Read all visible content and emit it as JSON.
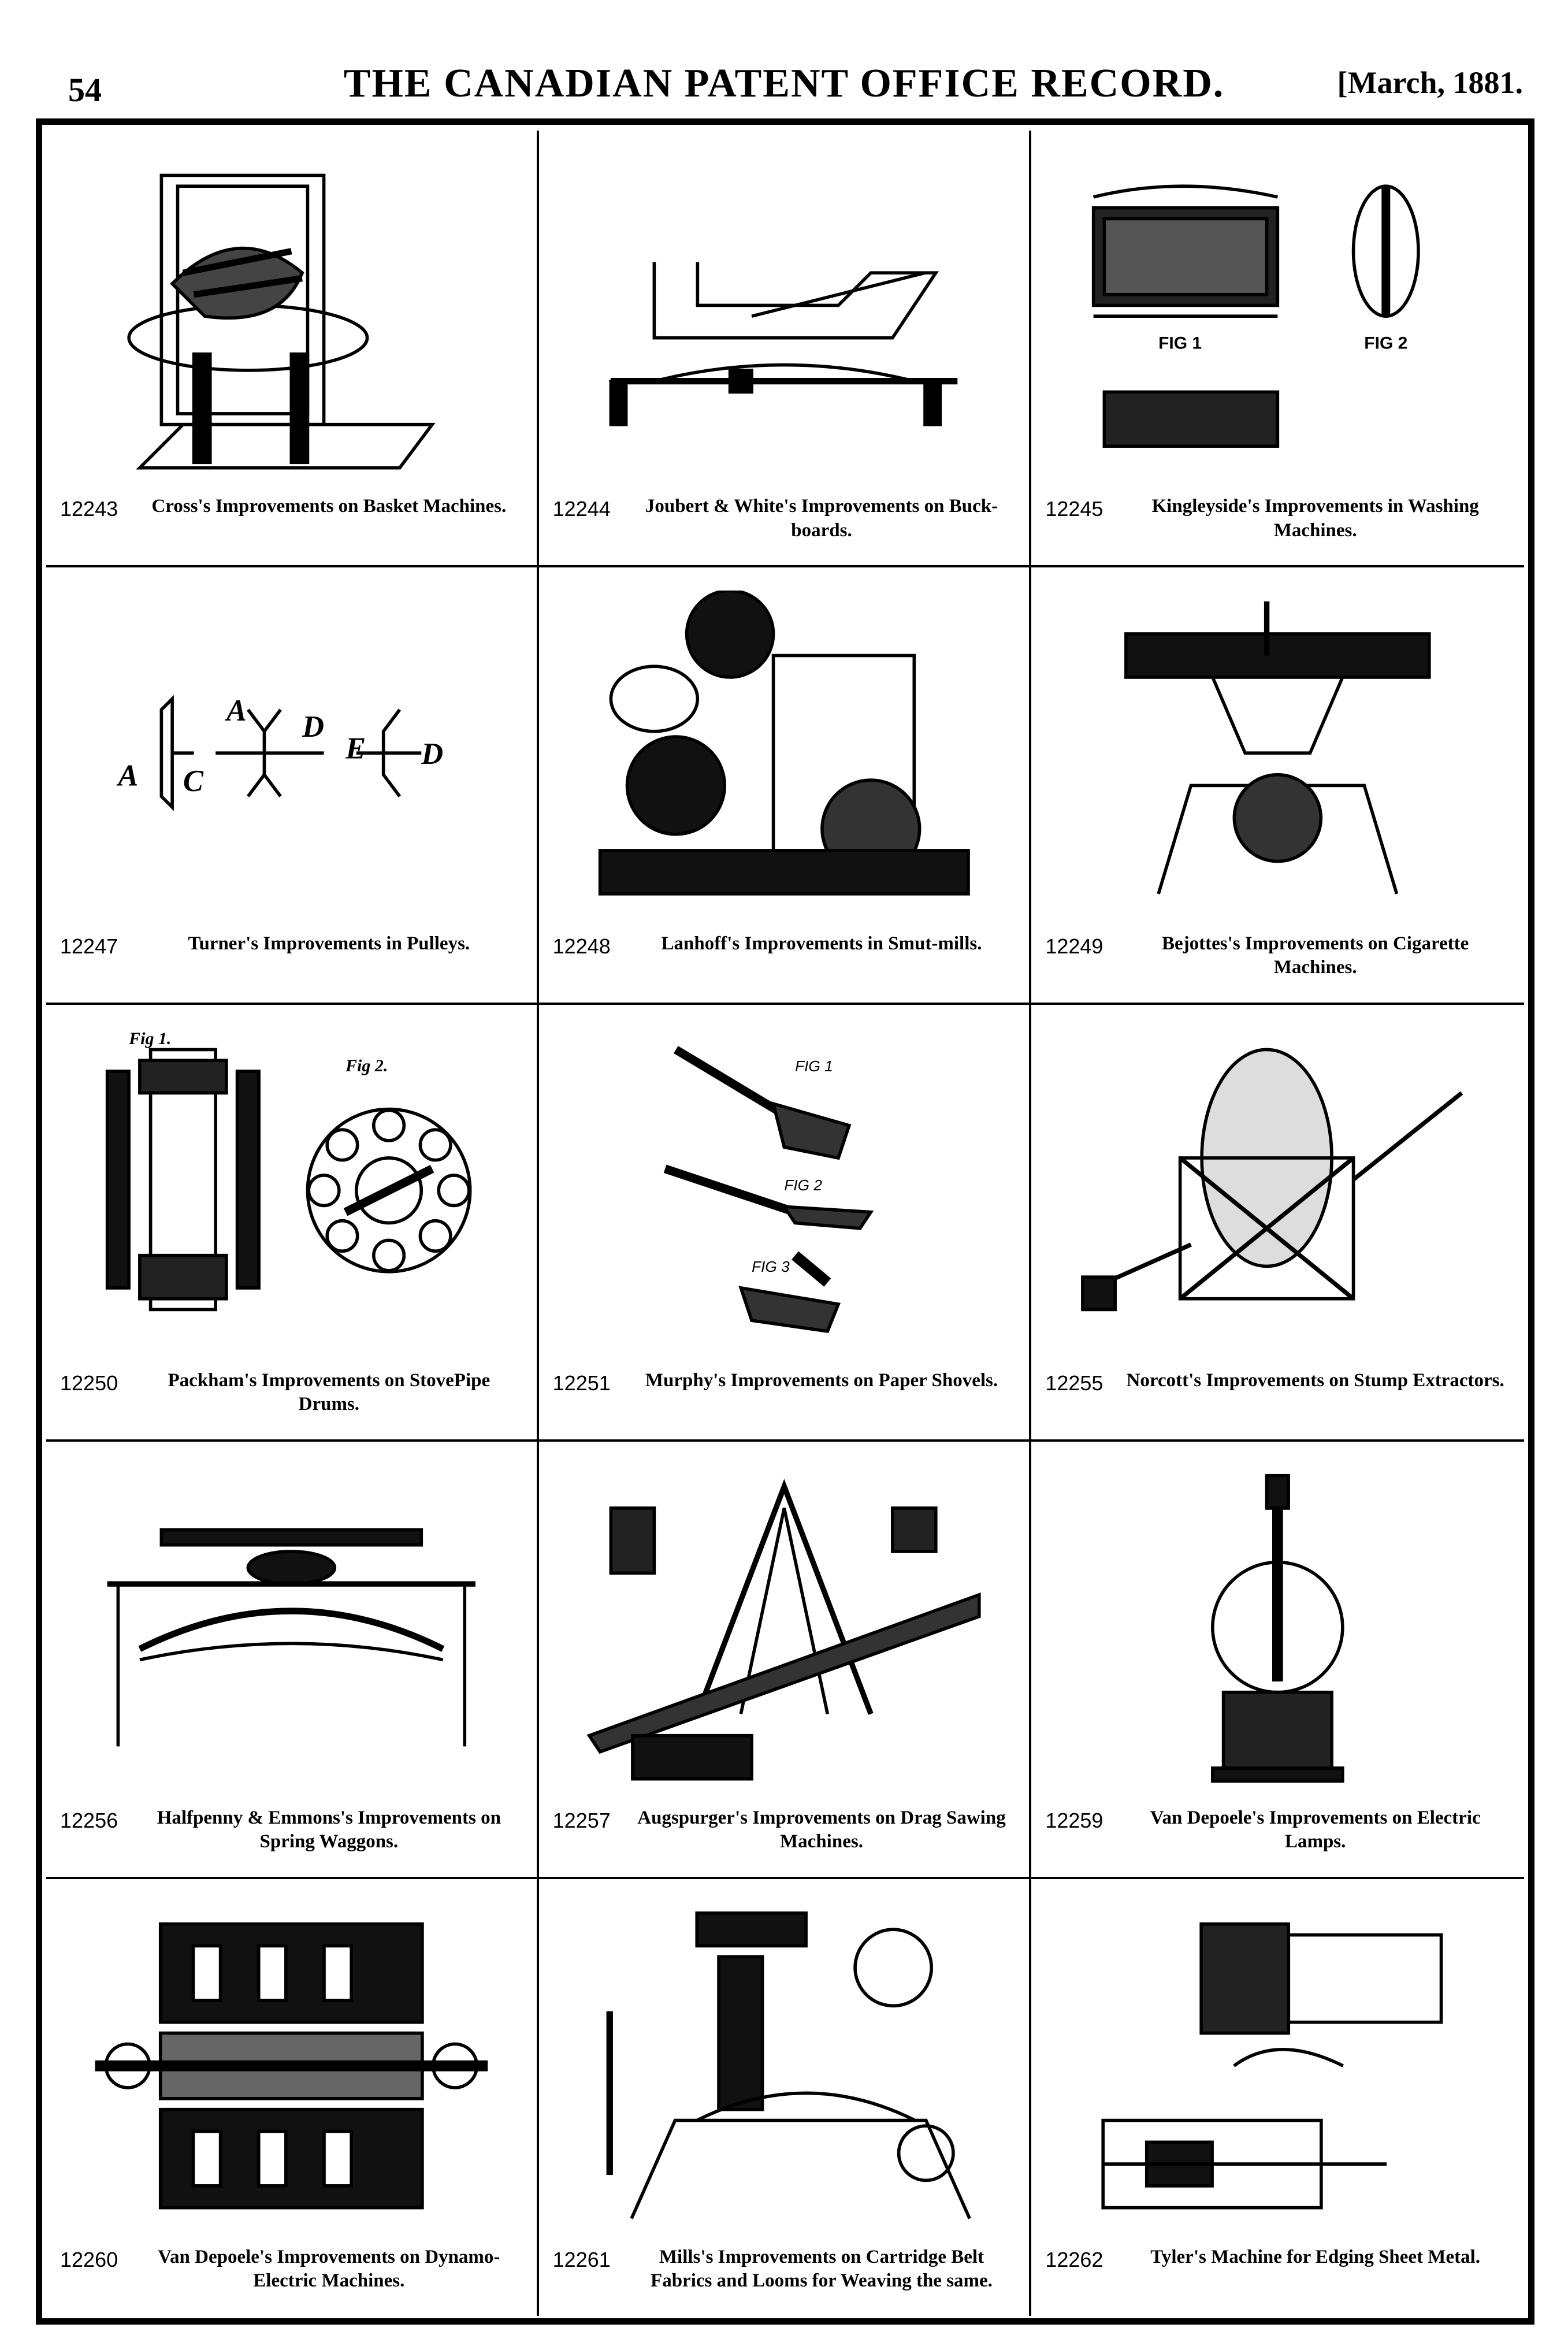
{
  "header": {
    "page_number": "54",
    "title": "THE CANADIAN PATENT OFFICE RECORD.",
    "date": "[March, 1881."
  },
  "patents": [
    {
      "number": "12243",
      "caption": "Cross's Improvements on Basket Machines."
    },
    {
      "number": "12244",
      "caption": "Joubert & White's Improvements on Buck-boards."
    },
    {
      "number": "12245",
      "caption": "Kingleyside's Improvements in Washing Machines."
    },
    {
      "number": "12247",
      "caption": "Turner's Improvements in Pulleys."
    },
    {
      "number": "12248",
      "caption": "Lanhoff's Improvements in Smut-mills."
    },
    {
      "number": "12249",
      "caption": "Bejottes's Improvements on Cigarette Machines."
    },
    {
      "number": "12250",
      "caption": "Packham's Improvements on StovePipe Drums."
    },
    {
      "number": "12251",
      "caption": "Murphy's Improvements on Paper Shovels."
    },
    {
      "number": "12255",
      "caption": "Norcott's Improvements on Stump Extractors."
    },
    {
      "number": "12256",
      "caption": "Halfpenny & Emmons's Improvements on Spring Waggons."
    },
    {
      "number": "12257",
      "caption": "Augspurger's Improvements on Drag Sawing Machines."
    },
    {
      "number": "12259",
      "caption": "Van Depoele's Improvements on Electric Lamps."
    },
    {
      "number": "12260",
      "caption": "Van Depoele's Improvements on Dynamo-Electric Machines."
    },
    {
      "number": "12261",
      "caption": "Mills's Improvements on Cartridge Belt Fabrics and Looms for Weaving the same."
    },
    {
      "number": "12262",
      "caption": "Tyler's Machine for Edging Sheet Metal."
    }
  ],
  "figure_labels": {
    "washing_fig1": "FIG 1",
    "washing_fig2": "FIG 2",
    "pulley_letters": [
      "A",
      "C",
      "A",
      "D",
      "E",
      "D"
    ],
    "shovel_fig1": "FIG 1",
    "shovel_fig2": "FIG 2",
    "shovel_fig3": "FIG 3",
    "drum_fig1": "Fig 1.",
    "drum_fig2": "Fig 2."
  }
}
